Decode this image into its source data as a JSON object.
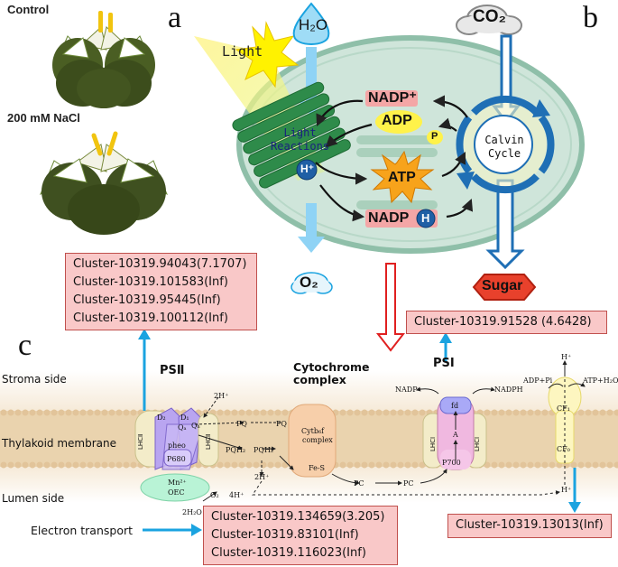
{
  "panels": {
    "a": "a",
    "b": "b",
    "c": "c"
  },
  "panel_a": {
    "control_label": "Control",
    "salt_label": "200 mM NaCl"
  },
  "panel_b": {
    "light_label": "Light",
    "h2o_label": "H₂O",
    "co2_label": "CO₂",
    "o2_label": "O₂",
    "nadp_plus": "NADP⁺",
    "adp": "ADP",
    "p": "P",
    "atp": "ATP",
    "nadph": "NADP",
    "h": "H",
    "h_plus": "H⁺",
    "light_reactions": [
      "Light",
      "Reactions"
    ],
    "calvin_cycle": [
      "Calvin",
      "Cycle"
    ],
    "sugar": "Sugar"
  },
  "ps2_clusters": [
    "Cluster-10319.94043(7.1707)",
    "Cluster-10319.101583(Inf)",
    "Cluster-10319.95445(Inf)",
    "Cluster-10319.100112(Inf)"
  ],
  "ps1_cluster": "Cluster-10319.91528 (4.6428)",
  "etc_clusters": [
    "Cluster-10319.134659(3.205)",
    "Cluster-10319.83101(Inf)",
    "Cluster-10319.116023(Inf)"
  ],
  "atp_synthase_cluster": "Cluster-10319.13013(Inf)",
  "panel_c": {
    "stroma_side": "Stroma side",
    "thylakoid_membrane": "Thylakoid membrane",
    "lumen_side": "Lumen side",
    "electron_transport": "Electron transport",
    "psii": "PSⅡ",
    "psi": "PSⅠ",
    "cytochrome": [
      "Cytochrome",
      "complex"
    ],
    "d2": "D₂",
    "d1": "D₁",
    "qa": "Qₐ",
    "qb": "Qₕ",
    "pheo": "pheo",
    "p680": "P680",
    "lhcii": "LHCⅡ",
    "mn": "Mn²⁺",
    "oec": "OEC",
    "two_h": "2H⁺",
    "pq": "PQ",
    "pqh2": "PQH₂",
    "cytb6f": [
      "Cytb₆f",
      "complex"
    ],
    "fes": "Fe-S",
    "pc": "PC",
    "nadp_plus": "NADP⁺",
    "nadph": "NADPH",
    "fd": "fd",
    "a": "A",
    "p700": "P700",
    "lhci": "LHCI",
    "adp_pi": "ADP+Pi",
    "atp_h2o": "ATP+H₂O",
    "cf1": "CF₁",
    "cf0": "CF₀",
    "h_plus": "H⁺",
    "four_h": "4H⁺",
    "o2": "O₂",
    "two_h2o": "2H₂O"
  },
  "colors": {
    "box_fill": "#f9c8c8",
    "box_border": "#c0504d",
    "arrow_blue": "#1aa3e0",
    "membrane_tan": "#e9d3b0",
    "chloroplast_fill": "#cfe5da",
    "chloroplast_border": "#8fbfa9"
  }
}
